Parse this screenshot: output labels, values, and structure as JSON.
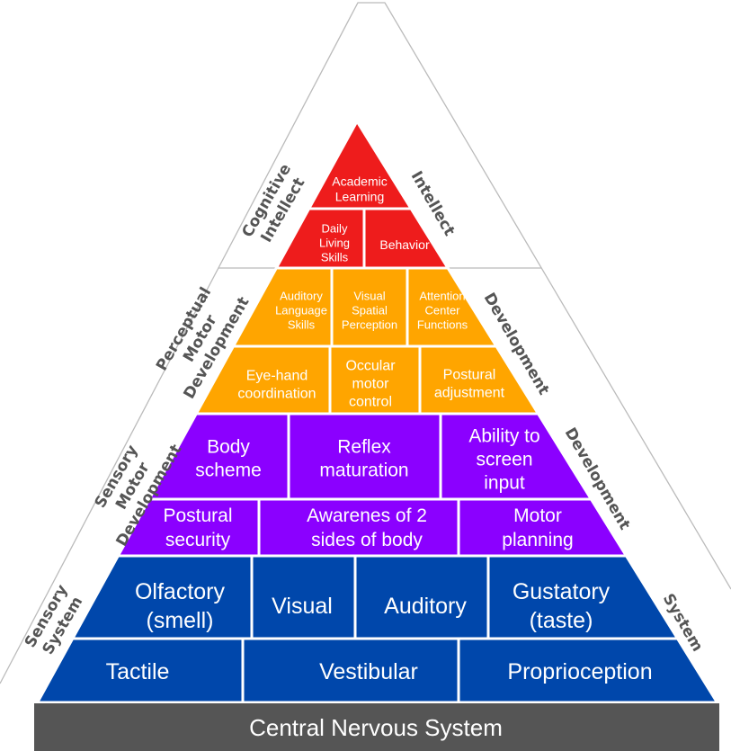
{
  "colors": {
    "cognitive": "#ee1c1c",
    "perceptual": "#ffa500",
    "sensory_motor": "#8b00ff",
    "sensory_system": "#0047ab",
    "base": "#555555",
    "side_label": "#555555",
    "outline": "#bbbbbb"
  },
  "side_labels": {
    "cognitive_left": [
      "Cognitive",
      "Intellect"
    ],
    "cognitive_right": "Intellect",
    "perceptual_left": [
      "Perceptual",
      "Motor",
      "Development"
    ],
    "perceptual_right": "Development",
    "sensory_motor_left": [
      "Sensory",
      "Motor",
      "Development"
    ],
    "sensory_motor_right": "Development",
    "sensory_left": [
      "Sensory",
      "System"
    ],
    "sensory_right": "System"
  },
  "cognitive": {
    "academic": [
      "Academic",
      "Learning"
    ],
    "daily": [
      "Daily",
      "Living",
      "Skills"
    ],
    "behavior": "Behavior"
  },
  "perceptual": {
    "auditory_language": [
      "Auditory",
      "Language",
      "Skills"
    ],
    "visual_spatial": [
      "Visual",
      "Spatial",
      "Perception"
    ],
    "attention": [
      "Attention",
      "Center",
      "Functions"
    ],
    "eye_hand": [
      "Eye-hand",
      "coordination"
    ],
    "occular": [
      "Occular",
      "motor",
      "control"
    ],
    "postural_adjustment": [
      "Postural",
      "adjustment"
    ]
  },
  "sensory_motor": {
    "body_scheme": [
      "Body",
      "scheme"
    ],
    "reflex": [
      "Reflex",
      "maturation"
    ],
    "ability": [
      "Ability to",
      "screen",
      "input"
    ],
    "postural_security": [
      "Postural",
      "security"
    ],
    "awareness": [
      "Awarenes of 2",
      "sides of body"
    ],
    "motor_planning": [
      "Motor",
      "planning"
    ]
  },
  "sensory_system": {
    "olfactory": [
      "Olfactory",
      "(smell)"
    ],
    "visual": "Visual",
    "auditory": "Auditory",
    "gustatory": [
      "Gustatory",
      "(taste)"
    ],
    "tactile": "Tactile",
    "vestibular": "Vestibular",
    "proprioception": "Proprioception"
  },
  "base": {
    "label": "Central Nervous System"
  }
}
